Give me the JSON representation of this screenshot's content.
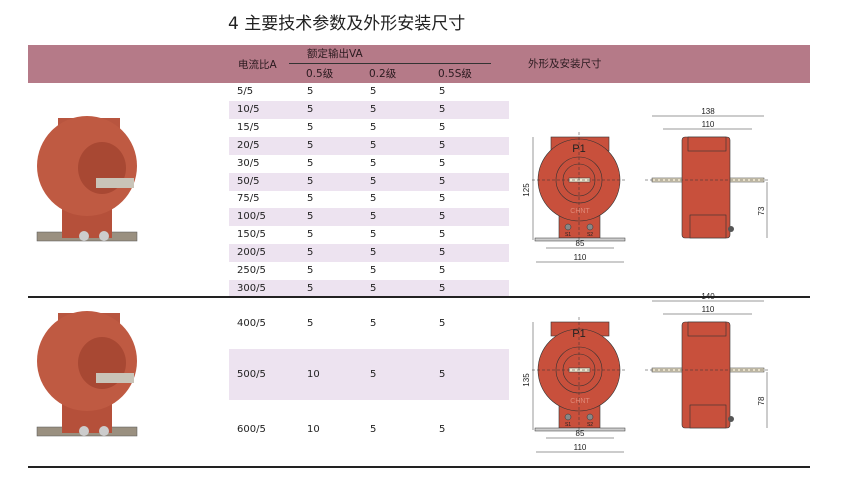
{
  "title": "4 主要技术参数及外形安装尺寸",
  "header": {
    "ratio": "电流比A",
    "rated_output": "额定输出VA",
    "class_05": "0.5级",
    "class_02": "0.2级",
    "class_05s": "0.5S级",
    "dimensions": "外形及安装尺寸"
  },
  "group1": {
    "rows": [
      [
        "5/5",
        "5",
        "5",
        "5"
      ],
      [
        "10/5",
        "5",
        "5",
        "5"
      ],
      [
        "15/5",
        "5",
        "5",
        "5"
      ],
      [
        "20/5",
        "5",
        "5",
        "5"
      ],
      [
        "30/5",
        "5",
        "5",
        "5"
      ],
      [
        "50/5",
        "5",
        "5",
        "5"
      ],
      [
        "75/5",
        "5",
        "5",
        "5"
      ],
      [
        "100/5",
        "5",
        "5",
        "5"
      ],
      [
        "150/5",
        "5",
        "5",
        "5"
      ],
      [
        "200/5",
        "5",
        "5",
        "5"
      ],
      [
        "250/5",
        "5",
        "5",
        "5"
      ],
      [
        "300/5",
        "5",
        "5",
        "5"
      ]
    ],
    "dims": {
      "height": "125",
      "base_inner": "85",
      "base_outer": "110",
      "side_outer": "138",
      "side_inner": "110",
      "side_height": "73"
    }
  },
  "group2": {
    "rows": [
      [
        "400/5",
        "5",
        "5",
        "5"
      ],
      [
        "500/5",
        "10",
        "5",
        "5"
      ],
      [
        "600/5",
        "10",
        "5",
        "5"
      ]
    ],
    "dims": {
      "height": "135",
      "base_inner": "85",
      "base_outer": "110",
      "side_outer": "140",
      "side_inner": "110",
      "side_height": "78"
    }
  },
  "drawing_labels": {
    "p1": "P1",
    "brand": "CHNT",
    "s1": "S1",
    "s2": "S2"
  },
  "colors": {
    "header": "#b57a88",
    "stripe": "#ede3f0",
    "body": "#c8503c"
  }
}
